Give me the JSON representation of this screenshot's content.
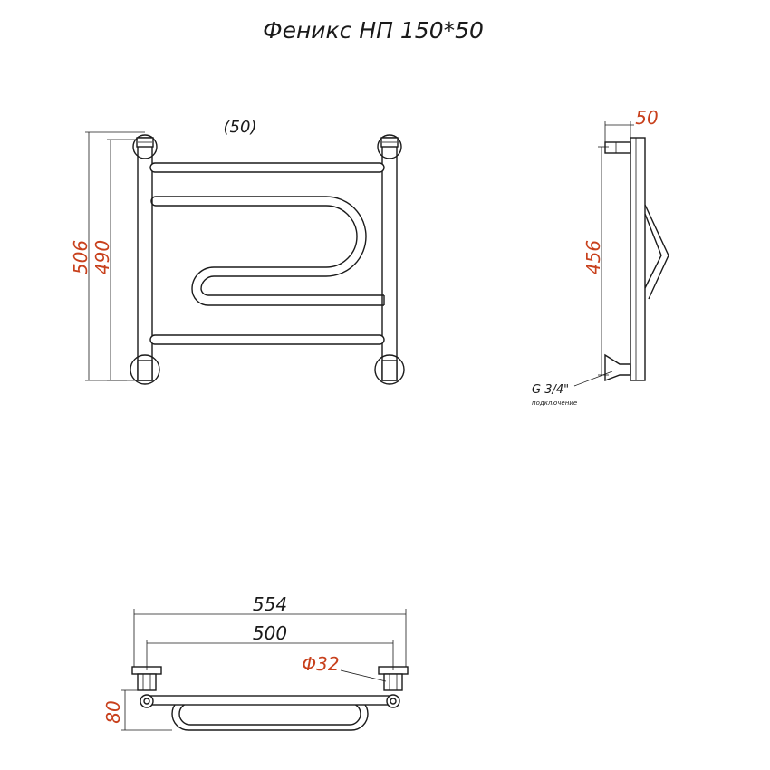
{
  "title": "Феникс НП 150*50",
  "front_view": {
    "label_offset": "(50)",
    "dim_overall_height": "506",
    "dim_height": "490"
  },
  "side_view": {
    "dim_depth": "50",
    "dim_height": "456",
    "connection_thread": "G 3/4\"",
    "connection_note": "подключение"
  },
  "top_view": {
    "dim_overall_width": "554",
    "dim_centers": "500",
    "dim_pipe_diameter": "Φ32",
    "dim_depth": "80"
  },
  "colors": {
    "dimension_red": "#c8401c",
    "line": "#1a1a1a"
  }
}
